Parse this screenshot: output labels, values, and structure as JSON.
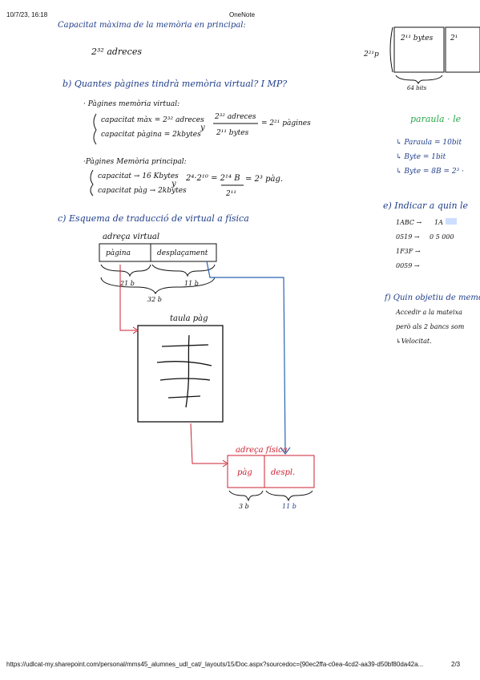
{
  "header": {
    "datetime": "10/7/23, 16:18",
    "app_title": "OneNote"
  },
  "footer": {
    "url": "https://udlcat-my.sharepoint.com/personal/mms45_alumnes_udl_cat/_layouts/15/Doc.aspx?sourcedoc={90ec2ffa-c0ea-4cd2-aa39-d50bf80da42a...",
    "page_indicator": "2/3"
  },
  "notes": {
    "top_cut": "Capacitat màxima de la memòria en principal:",
    "addr_count": "2³² adreces",
    "q_b": "b) Quantes pàgines tindrà memòria virtual? I MP?",
    "virtual_title": "· Pàgines memòria virtual:",
    "virtual_l1": "capacitat màx = 2³² adreces",
    "virtual_l2": "capacitat pàgina = 2kbytes",
    "virtual_frac_num": "2³² adreces",
    "virtual_frac_den": "2¹¹ bytes",
    "virtual_result": "= 2²¹ pàgines",
    "principal_title": "·Pàgines Memòria principal:",
    "principal_l1": "capacitat → 16 Kbytes",
    "principal_l2": "capacitat pàg → 2kbytes",
    "principal_calc": "2⁴·2¹⁰ = 2¹⁴ B",
    "principal_den": "2¹¹",
    "principal_result": "= 2³ pàg.",
    "q_c": "c) Esquema de traducció de virtual a física",
    "virt_addr_label": "adreça virtual",
    "box_pagina": "pàgina",
    "box_desplacament": "desplaçament",
    "bits_21": "21 b",
    "bits_11": "11 b",
    "bits_32": "32 b",
    "page_table": "taula pàg",
    "phys_addr_label": "adreça física",
    "box_pag": "pàg",
    "box_despl": "despl.",
    "bits_3": "3 b",
    "bits_11b": "11 b",
    "right_2p": "2²¹p",
    "right_cell1": "2¹¹ bytes",
    "right_cell2": "2¹",
    "right_64": "64 bits",
    "green_word": "paraula · le",
    "r_paraula": "↳ Paraula = 10bit",
    "r_byte_bit": "↳ Byte = 1bit",
    "r_byte": "↳ Byte = 8B = 2³ ·",
    "q_e": "e) Indicar a quin le",
    "hex1": "1ABC →",
    "hex1b": "1A",
    "hex2": "0519 →",
    "hex2b": "0 5 000",
    "hex3": "1F3F →",
    "hex4": "0059 →",
    "q_f": "f) Quin objetiu de memò",
    "f_l1": "Accedir a la mateixa",
    "f_l2": "però als 2 bancs som",
    "f_l3": "↳Velocitat."
  }
}
